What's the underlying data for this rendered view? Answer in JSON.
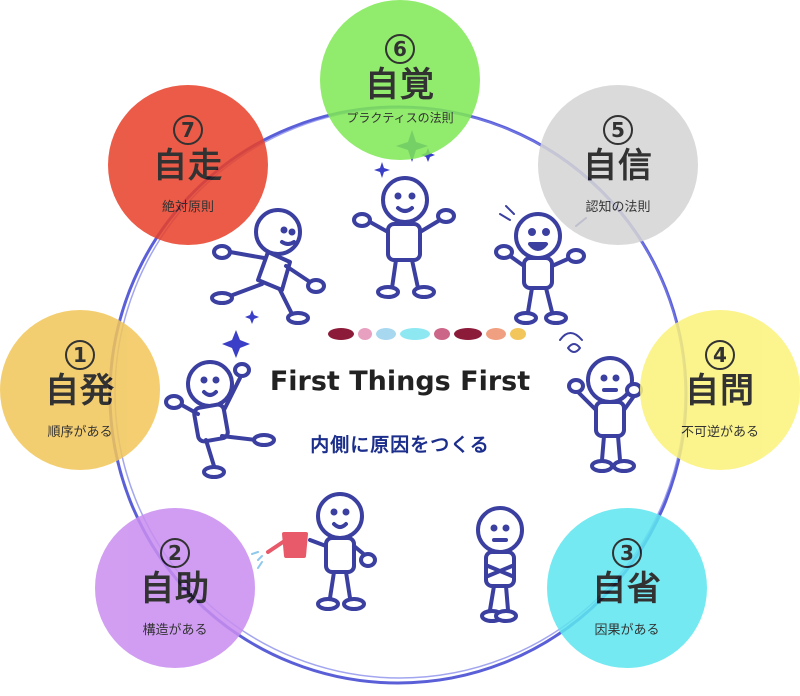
{
  "center": {
    "title": "First Things First",
    "subtitle": "内側に原因をつくる"
  },
  "nodes": [
    {
      "num": "1",
      "title": "自発",
      "sub": "順序がある",
      "color": "#f2c65a",
      "text_color": "#111111"
    },
    {
      "num": "2",
      "title": "自助",
      "sub": "構造がある",
      "color": "#c98ef0",
      "text_color": "#111111"
    },
    {
      "num": "3",
      "title": "自省",
      "sub": "因果がある",
      "color": "#5ee6ef",
      "text_color": "#111111"
    },
    {
      "num": "4",
      "title": "自問",
      "sub": "不可逆がある",
      "color": "#fbf27a",
      "text_color": "#111111"
    },
    {
      "num": "5",
      "title": "自信",
      "sub": "認知の法則",
      "color": "#d4d4d4",
      "text_color": "#111111"
    },
    {
      "num": "6",
      "title": "自覚",
      "sub": "プラクティスの法則",
      "color": "#7fe855",
      "text_color": "#111111"
    },
    {
      "num": "7",
      "title": "自走",
      "sub": "絶対原則",
      "color": "#e8412a",
      "text_color": "#111111"
    }
  ],
  "colors": {
    "ring": "#5a5fd8",
    "figure_stroke": "#3a3fa0",
    "accent_star": "#3b3fc8",
    "watering_can": "#e85a6a"
  },
  "dots": [
    "#8c1b3a",
    "#e8a0c0",
    "#a8d8f0",
    "#8ee8f2",
    "#cc6688",
    "#8c1b3a",
    "#f0a080",
    "#f2c65a"
  ]
}
